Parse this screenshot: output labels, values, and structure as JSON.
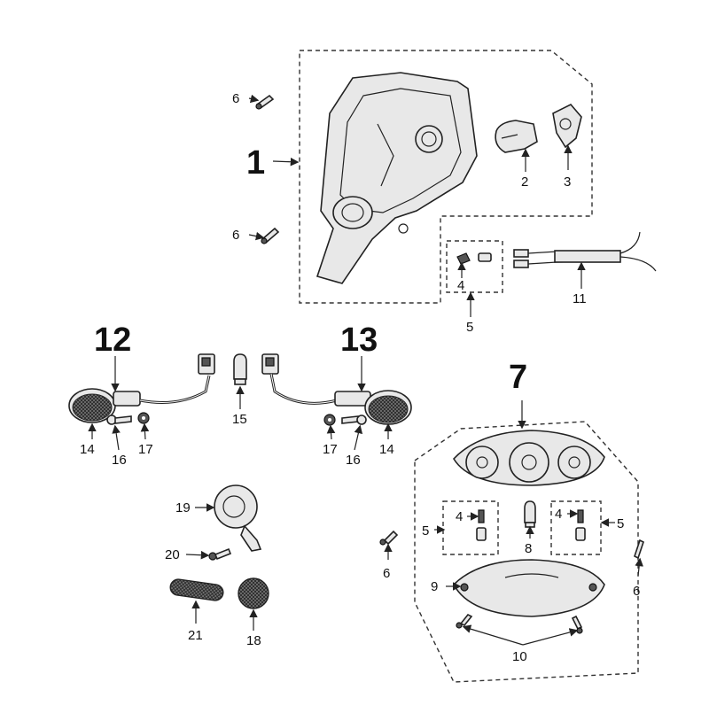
{
  "labels": {
    "l1": "1",
    "l2": "2",
    "l3": "3",
    "l4a": "4",
    "l4b": "4",
    "l4c": "4",
    "l5a": "5",
    "l5b": "5",
    "l5c": "5",
    "l6a": "6",
    "l6b": "6",
    "l6c": "6",
    "l6d": "6",
    "l7": "7",
    "l8": "8",
    "l9": "9",
    "l10": "10",
    "l11": "11",
    "l12": "12",
    "l13": "13",
    "l14a": "14",
    "l14b": "14",
    "l15": "15",
    "l16a": "16",
    "l16b": "16",
    "l17a": "17",
    "l17b": "17",
    "l18": "18",
    "l19": "19",
    "l20": "20",
    "l21": "21"
  }
}
